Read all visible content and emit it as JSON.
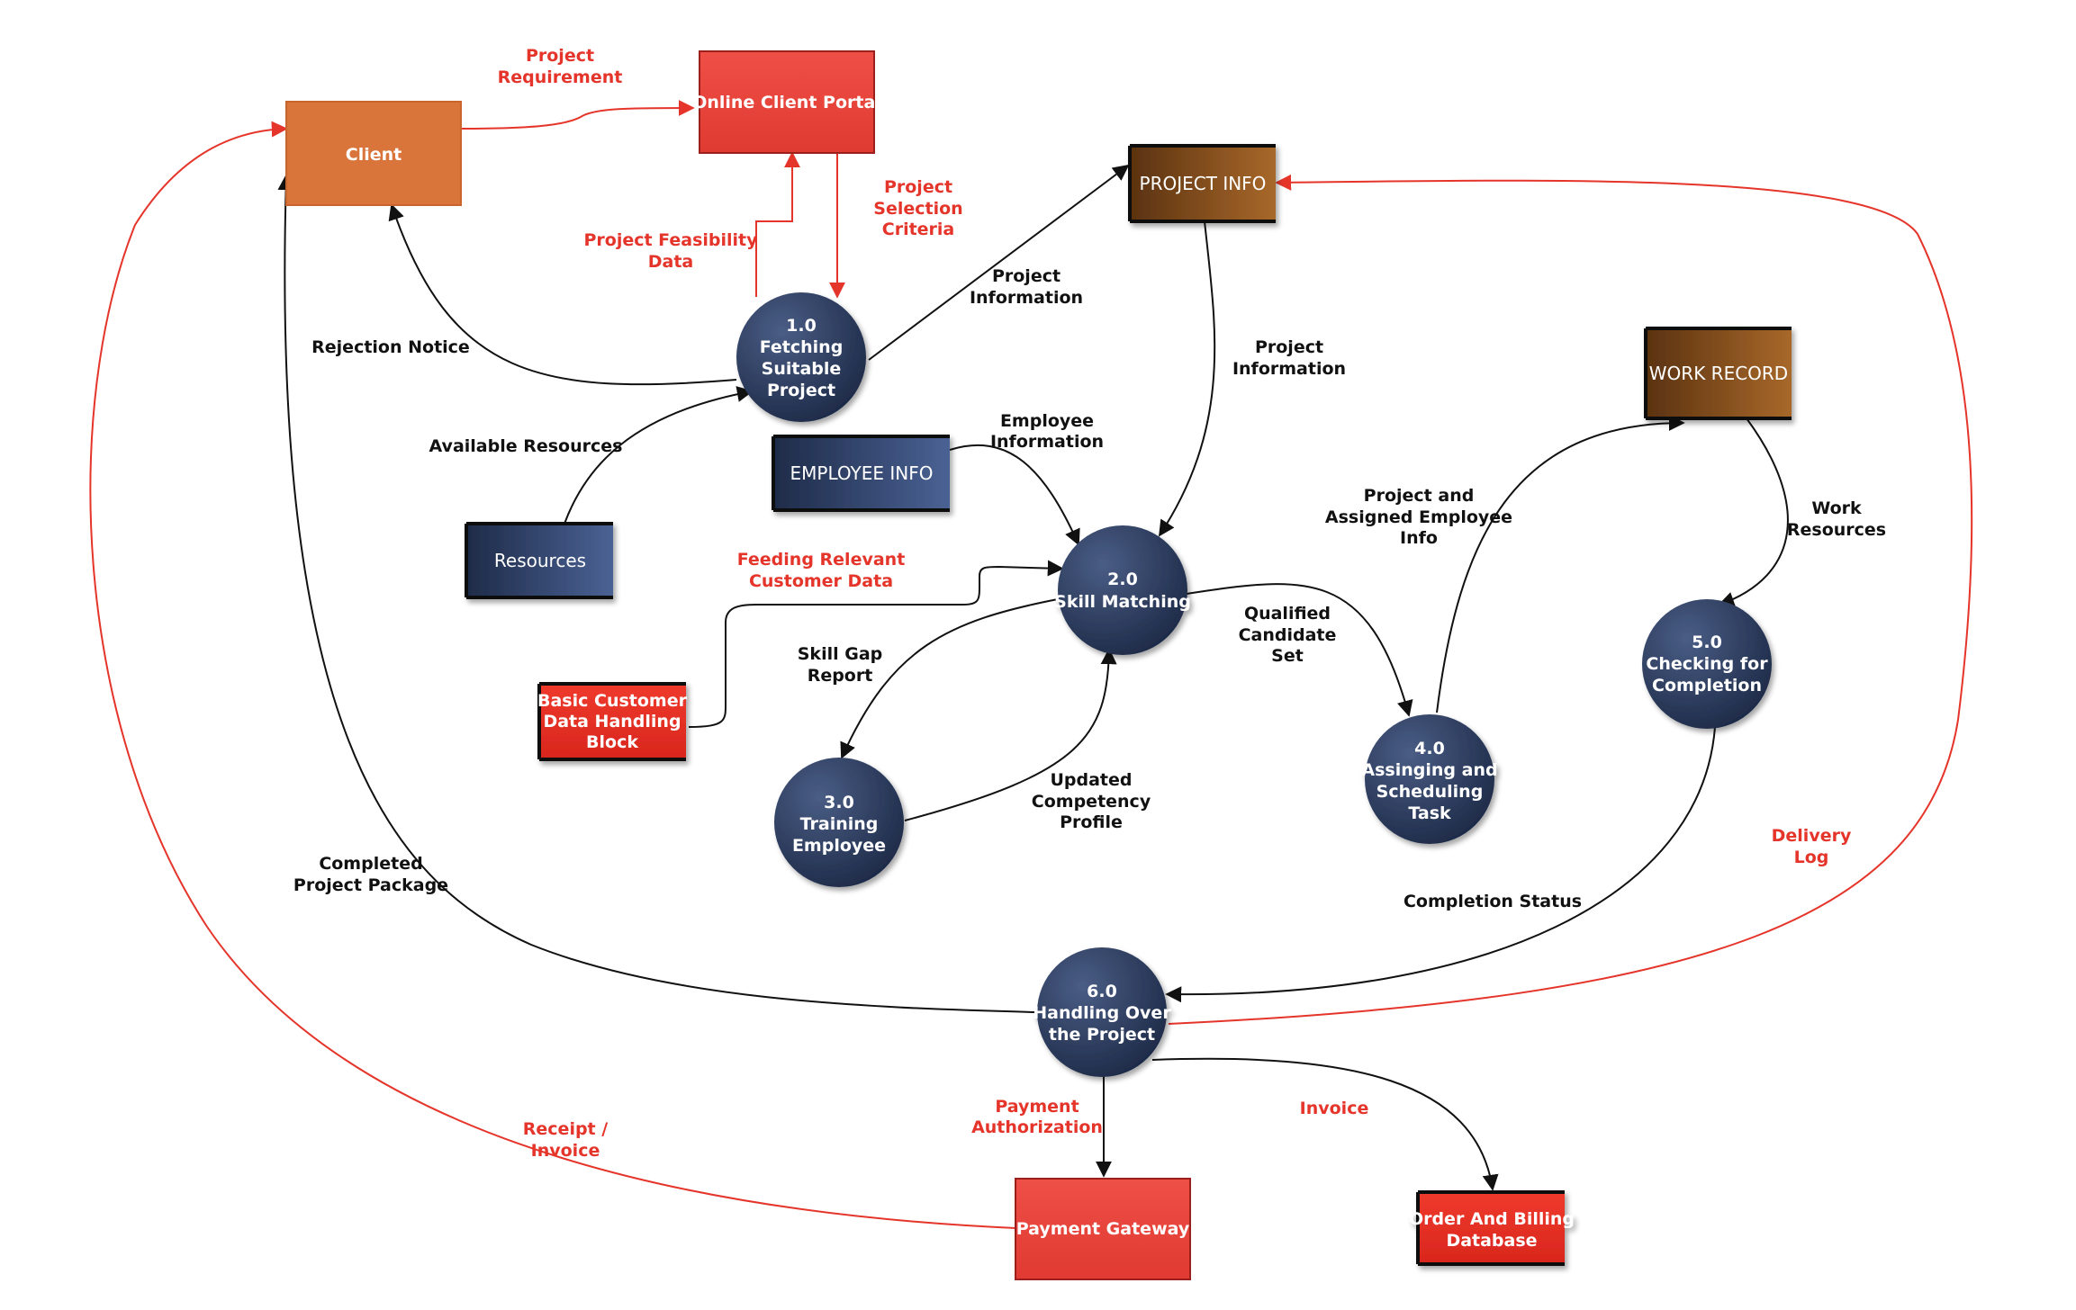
{
  "colors": {
    "external_orange": "#d9753a",
    "external_red": "#e8433c",
    "process_navy": "#2e3e5e",
    "datastore_brown": "#7a4a1c",
    "datastore_blue": "#3d5177",
    "flow_black": "#111111",
    "flow_red": "#e5352b"
  },
  "entities": {
    "client": "Client",
    "portal": "Online Client Portal",
    "payment": "Payment Gateway",
    "order_db": [
      "Order And Billing",
      "Database"
    ],
    "basic_block": [
      "Basic Customer",
      "Data Handling",
      "Block"
    ]
  },
  "stores": {
    "project_info": "PROJECT INFO",
    "work_record": "WORK RECORD",
    "employee_info": "EMPLOYEE INFO",
    "resources": "Resources"
  },
  "processes": {
    "p1": [
      "1.0",
      "Fetching",
      "Suitable",
      "Project"
    ],
    "p2": [
      "2.0",
      "Skill Matching"
    ],
    "p3": [
      "3.0",
      "Training",
      "Employee"
    ],
    "p4": [
      "4.0",
      "Assinging and",
      "Scheduling",
      "Task"
    ],
    "p5": [
      "5.0",
      "Checking for",
      "Completion"
    ],
    "p6": [
      "6.0",
      "Handling Over",
      "the Project"
    ]
  },
  "flows": {
    "project_requirement": [
      "Project",
      "Requirement"
    ],
    "project_feasibility": [
      "Project Feasibility",
      "Data"
    ],
    "project_selection": [
      "Project",
      "Selection",
      "Criteria"
    ],
    "rejection_notice": [
      "Rejection Notice"
    ],
    "project_information_1": [
      "Project",
      "Information"
    ],
    "project_information_2": [
      "Project",
      "Information"
    ],
    "available_resources": [
      "Available Resources"
    ],
    "employee_information": [
      "Employee",
      "Information"
    ],
    "feeding_relevant": [
      "Feeding Relevant",
      "Customer Data"
    ],
    "skill_gap": [
      "Skill Gap",
      "Report"
    ],
    "updated_competency": [
      "Updated",
      "Competency",
      "Profile"
    ],
    "qualified_candidate": [
      "Qualified",
      "Candidate",
      "Set"
    ],
    "project_assigned": [
      "Project and",
      "Assigned Employee",
      "Info"
    ],
    "work_resources": [
      "Work",
      "Resources"
    ],
    "completion_status": [
      "Completion Status"
    ],
    "completed_package": [
      "Completed",
      "Project Package"
    ],
    "delivery_log": [
      "Delivery",
      "Log"
    ],
    "payment_auth": [
      "Payment",
      "Authorization"
    ],
    "invoice": [
      "Invoice"
    ],
    "receipt_invoice": [
      "Receipt /",
      "Invoice"
    ]
  }
}
